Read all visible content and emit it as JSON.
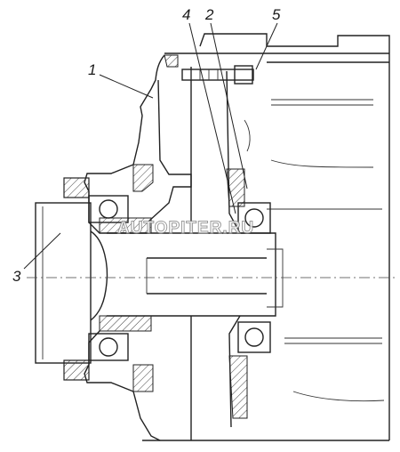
{
  "callouts": [
    {
      "id": "1",
      "text": "1"
    },
    {
      "id": "2",
      "text": "2"
    },
    {
      "id": "3",
      "text": "3"
    },
    {
      "id": "4",
      "text": "4"
    },
    {
      "id": "5",
      "text": "5"
    }
  ],
  "watermark": "AUTOPITER.RU",
  "colors": {
    "line": "#222222",
    "hatch": "#444444",
    "background": "#ffffff"
  }
}
